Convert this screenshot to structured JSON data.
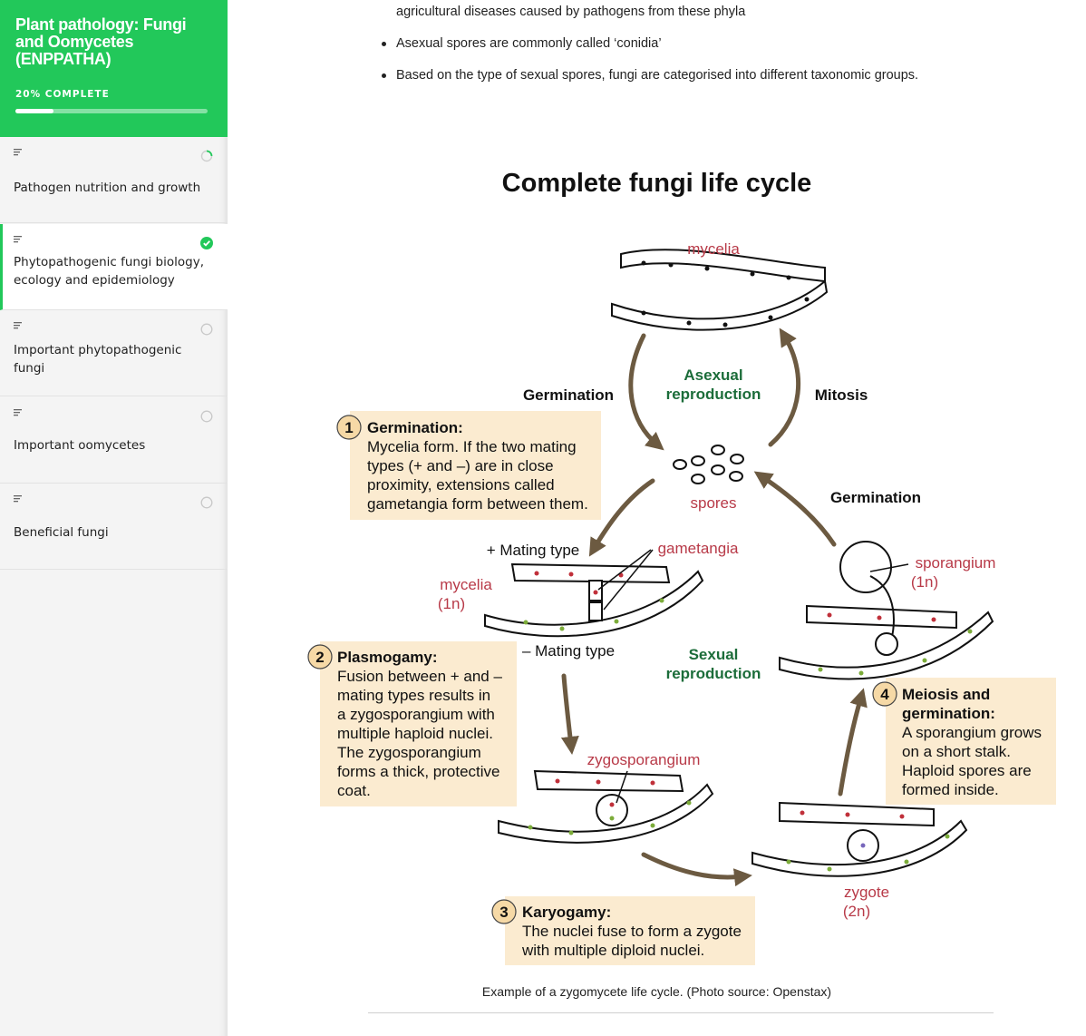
{
  "course": {
    "title_lines": [
      "Plant pathology: Fungi",
      "and Oomycetes",
      "(ENPPATHA)"
    ],
    "progress_label": "20% COMPLETE",
    "progress_fraction": 0.2
  },
  "lessons": [
    {
      "label_lines": [
        "Pathogen nutrition and growth"
      ],
      "status": "in-progress"
    },
    {
      "label_lines": [
        "Phytopathogenic fungi biology,",
        "ecology and epidemiology"
      ],
      "status": "complete"
    },
    {
      "label_lines": [
        "Important phytopathogenic",
        "fungi"
      ],
      "status": "not-started"
    },
    {
      "label_lines": [
        "Important oomycetes"
      ],
      "status": "not-started"
    },
    {
      "label_lines": [
        "Beneficial fungi"
      ],
      "status": "not-started"
    }
  ],
  "content": {
    "intro_continuation": "agricultural diseases caused by pathogens from these phyla",
    "bullets": [
      "Asexual spores are commonly called ‘conidia’",
      "Based on the type of sexual spores, fungi are categorised into different taxonomic groups."
    ],
    "figure_title": "Complete fungi life cycle",
    "caption": "Example of a zygomycete life cycle. (Photo source: Openstax)"
  },
  "diagram": {
    "labels": {
      "mycelia_top": "mycelia",
      "asexual": [
        "Asexual",
        "reproduction"
      ],
      "germination_left": "Germination",
      "mitosis": "Mitosis",
      "spores": "spores",
      "germination_right": "Germination",
      "plus_mating": "+ Mating type",
      "gametangia": "gametangia",
      "mycelia_left": [
        "mycelia",
        "(1n)"
      ],
      "minus_mating": "– Mating type",
      "sexual": [
        "Sexual",
        "reproduction"
      ],
      "sporangium": [
        "sporangium",
        "(1n)"
      ],
      "zygosporangium": "zygosporangium",
      "zygote": [
        "zygote",
        "(2n)"
      ]
    },
    "steps": [
      {
        "num": "1",
        "title": "Germination:",
        "lines": [
          "Mycelia form. If the two mating",
          "types (+ and –) are in close",
          "proximity, extensions called",
          "gametangia form between them."
        ]
      },
      {
        "num": "2",
        "title": "Plasmogamy:",
        "lines": [
          "Fusion between + and –",
          "mating types results in",
          "a zygosporangium with",
          "multiple haploid nuclei.",
          "The zygosporangium",
          "forms a thick, protective",
          "coat."
        ]
      },
      {
        "num": "3",
        "title": "Karyogamy:",
        "lines": [
          "The nuclei fuse to form a zygote",
          "with multiple diploid nuclei."
        ]
      },
      {
        "num": "4",
        "title_lines": [
          "Meiosis and",
          "germination:"
        ],
        "lines": [
          "A sporangium grows",
          "on a short stalk.",
          "Haploid spores are",
          "formed inside."
        ]
      }
    ]
  }
}
